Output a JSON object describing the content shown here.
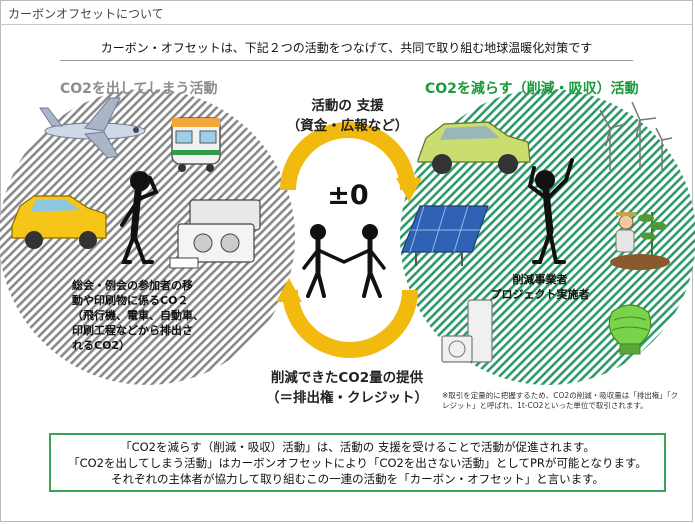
{
  "page_title": "カーボンオフセットについて",
  "subtitle": "カーボン・オフセットは、下記２つの活動をつなげて、共同で取り組む地球温暖化対策です",
  "left": {
    "heading": "CO2を出してしまう活動",
    "description_lines": [
      "総会・例会の参加者の移",
      "動や印刷物に係るCO２",
      "（飛行機、電車、自動車、",
      "印刷工程などから排出さ",
      "れるCO2）"
    ]
  },
  "right": {
    "heading": "CO2を減らす（削減・吸収）活動",
    "description_lines": [
      "削減事業者",
      "プロジェクト実施者"
    ]
  },
  "center": {
    "top_lines": [
      "活動の 支援",
      "（資金・広報など）"
    ],
    "value": "±0",
    "bottom_lines": [
      "削減できたCO2量の提供",
      "（＝排出権・クレジット）"
    ]
  },
  "note": "※取引を定量的に把握するため、CO2の削減・吸収量は「排出権」「クレジット」と呼ばれ、1t-CO2といった単位で取引されます。",
  "bottom_box": {
    "lines": [
      "「CO2を減らす（削減・吸収）活動」は、活動の 支援を受けることで活動が促進されます。",
      "「CO2を出してしまう活動」はカーボンオフセットにより「CO2を出さない活動」としてPRが可能となります。",
      "それぞれの主体者が協力して取り組むこの一連の活動を「カーボン・オフセット」と言います。"
    ]
  },
  "colors": {
    "left_hatch": "#8a8a8a",
    "right_hatch": "#2e9a6a",
    "arrow": "#f2b90e",
    "right_heading": "#1a9a3a",
    "box_border": "#3aa556"
  }
}
